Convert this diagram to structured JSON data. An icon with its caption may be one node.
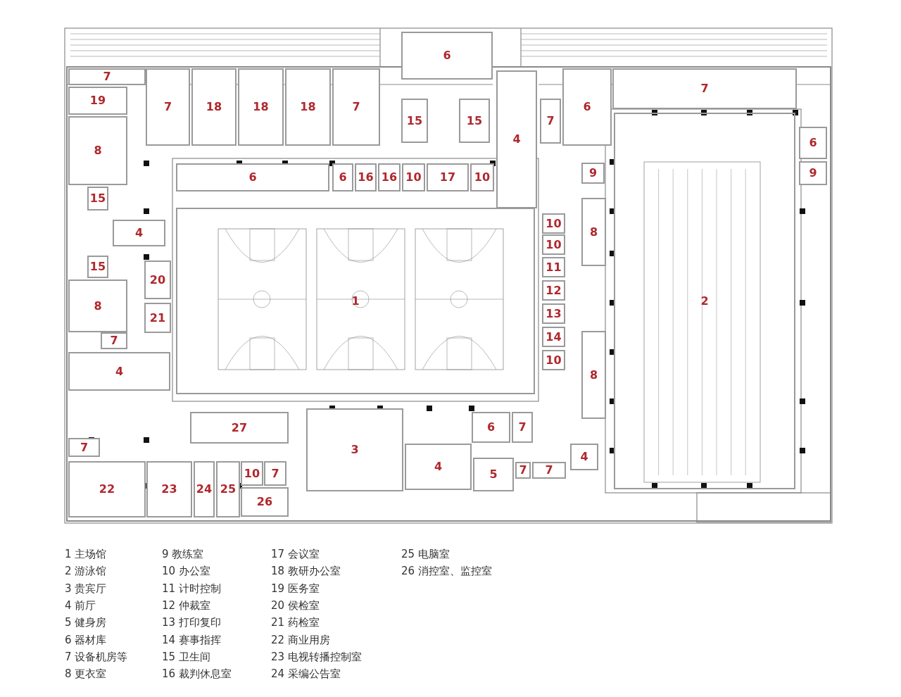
{
  "diagram": {
    "nodes": [
      {
        "text": [
          "6"
        ]
      },
      {
        "text": [
          "7"
        ]
      },
      {
        "text": [
          "7"
        ]
      },
      {
        "text": [
          "19"
        ]
      },
      {
        "text": [
          "7"
        ]
      },
      {
        "text": [
          "18"
        ]
      },
      {
        "text": [
          "18"
        ]
      },
      {
        "text": [
          "18"
        ]
      },
      {
        "text": [
          "7"
        ]
      },
      {
        "text": [
          "15"
        ]
      },
      {
        "text": [
          "15"
        ]
      },
      {
        "text": [
          "7"
        ]
      },
      {
        "text": [
          "6"
        ]
      },
      {
        "text": [
          "4"
        ]
      },
      {
        "text": [
          "6"
        ]
      },
      {
        "text": [
          "9"
        ]
      },
      {
        "text": [
          "8"
        ]
      },
      {
        "text": [
          "6"
        ]
      },
      {
        "text": [
          "6"
        ]
      },
      {
        "text": [
          "16"
        ]
      },
      {
        "text": [
          "16"
        ]
      },
      {
        "text": [
          "10"
        ]
      },
      {
        "text": [
          "17"
        ]
      },
      {
        "text": [
          "10"
        ]
      },
      {
        "text": [
          "9"
        ]
      },
      {
        "text": [
          "15"
        ]
      },
      {
        "text": [
          "10"
        ]
      },
      {
        "text": [
          "4"
        ]
      },
      {
        "text": [
          "8"
        ]
      },
      {
        "text": [
          "10"
        ]
      },
      {
        "text": [
          "15"
        ]
      },
      {
        "text": [
          "11"
        ]
      },
      {
        "text": [
          "20"
        ]
      },
      {
        "text": [
          "12"
        ]
      },
      {
        "text": [
          "1"
        ]
      },
      {
        "text": [
          "2"
        ]
      },
      {
        "text": [
          "8"
        ]
      },
      {
        "text": [
          "13"
        ]
      },
      {
        "text": [
          "21"
        ]
      },
      {
        "text": [
          "14"
        ]
      },
      {
        "text": [
          "7"
        ]
      },
      {
        "text": [
          "10"
        ]
      },
      {
        "text": [
          "4"
        ]
      },
      {
        "text": [
          "8"
        ]
      },
      {
        "text": [
          "27"
        ]
      },
      {
        "text": [
          "6"
        ]
      },
      {
        "text": [
          "7"
        ]
      },
      {
        "text": [
          "7"
        ]
      },
      {
        "text": [
          "3"
        ]
      },
      {
        "text": [
          "4"
        ]
      },
      {
        "text": [
          "4"
        ]
      },
      {
        "text": [
          "10"
        ]
      },
      {
        "text": [
          "7"
        ]
      },
      {
        "text": [
          "5"
        ]
      },
      {
        "text": [
          "7"
        ]
      },
      {
        "text": [
          "7"
        ]
      },
      {
        "text": [
          "22"
        ]
      },
      {
        "text": [
          "23"
        ]
      },
      {
        "text": [
          "24"
        ]
      },
      {
        "text": [
          "25"
        ]
      },
      {
        "text": [
          "26"
        ]
      }
    ],
    "labels": [
      "1 主场馆",
      "2 游泳馆",
      "3 贵宾厅",
      "4 前厅",
      "5 健身房",
      "6 器材库",
      "7 设备机房等",
      "8 更衣室",
      "9 教练室",
      "10 办公室",
      "11 计时控制",
      "12 仲裁室",
      "13 打印复印",
      "14 赛事指挥",
      "15 卫生间",
      "16 裁判休息室",
      "17 会议室",
      "18 教研办公室",
      "19 医务室",
      "20 侯检室",
      "21 药检室",
      "22 商业用房",
      "23 电视转播控制室",
      "24 采编公告室",
      "25 电脑室",
      "26  消控室、监控室"
    ]
  }
}
